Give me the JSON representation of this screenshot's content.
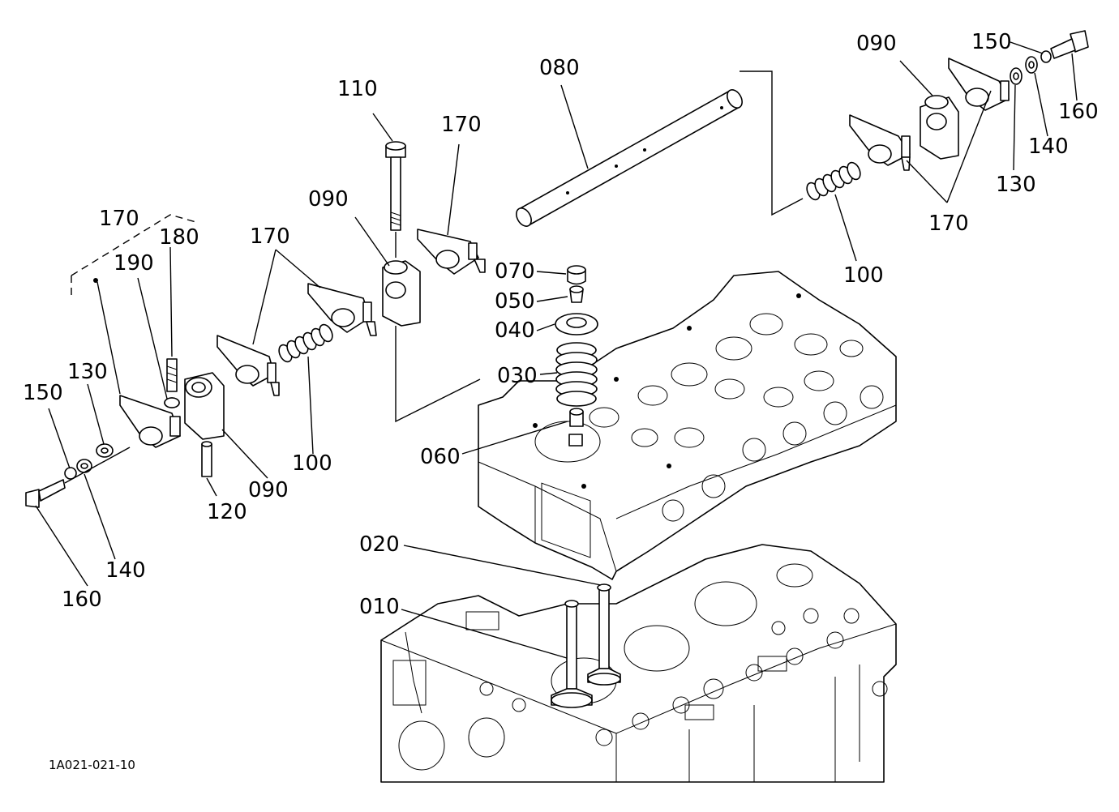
{
  "labels": {
    "p010": "010",
    "p020": "020",
    "p030": "030",
    "p040": "040",
    "p050": "050",
    "p060": "060",
    "p070": "070",
    "p080": "080",
    "p090_a": "090",
    "p090_b": "090",
    "p090_c": "090",
    "p100_a": "100",
    "p100_b": "100",
    "p110": "110",
    "p120": "120",
    "p130_a": "130",
    "p130_b": "130",
    "p140_a": "140",
    "p140_b": "140",
    "p150_a": "150",
    "p150_b": "150",
    "p160_a": "160",
    "p160_b": "160",
    "p170_a": "170",
    "p170_b": "170",
    "p170_c": "170",
    "p170_d": "170",
    "p180": "180",
    "p190": "190"
  },
  "figure_code": "1A021-021-10"
}
